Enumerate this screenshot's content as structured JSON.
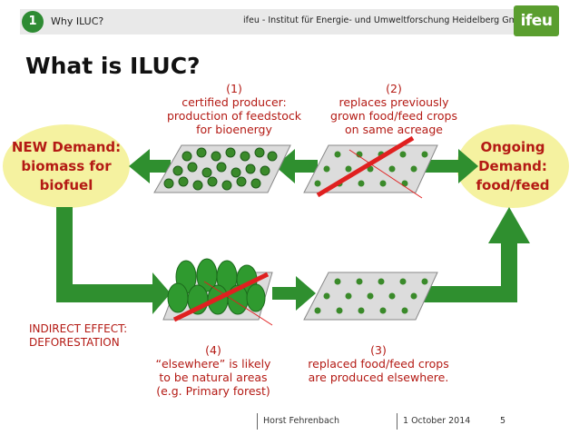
{
  "header": {
    "slide_number": "1",
    "section": "Why ILUC?",
    "institute": "ifeu - Institut für Energie- und Umweltforschung Heidelberg GmbH",
    "logo_text": "ifeu"
  },
  "title": "What is ILUC?",
  "diagram": {
    "new_demand": [
      "NEW Demand:",
      "biomass for",
      "biofuel"
    ],
    "ongoing_demand": [
      "Ongoing",
      "Demand:",
      "food/feed"
    ],
    "step1": [
      "(1)",
      "certified producer:",
      "production of feedstock",
      "for bioenergy"
    ],
    "step2": [
      "(2)",
      "replaces previously",
      "grown food/feed crops",
      "on same acreage"
    ],
    "step3": [
      "(3)",
      "replaced food/feed crops",
      "are produced elsewhere."
    ],
    "step4": [
      "(4)",
      "“elsewhere” is likely",
      "to be natural areas",
      "(e.g. Primary forest)"
    ],
    "indirect_effect": [
      "INDIRECT EFFECT:",
      "DEFORESTATION"
    ],
    "colors": {
      "arrow": "#2f8f2f",
      "label": "#b41a14",
      "oval": "#f5f2a0",
      "field": "#d8d8d8",
      "cross": "#e02020"
    }
  },
  "footer": {
    "author": "Horst Fehrenbach",
    "date": "1 October 2014",
    "page": "5"
  }
}
